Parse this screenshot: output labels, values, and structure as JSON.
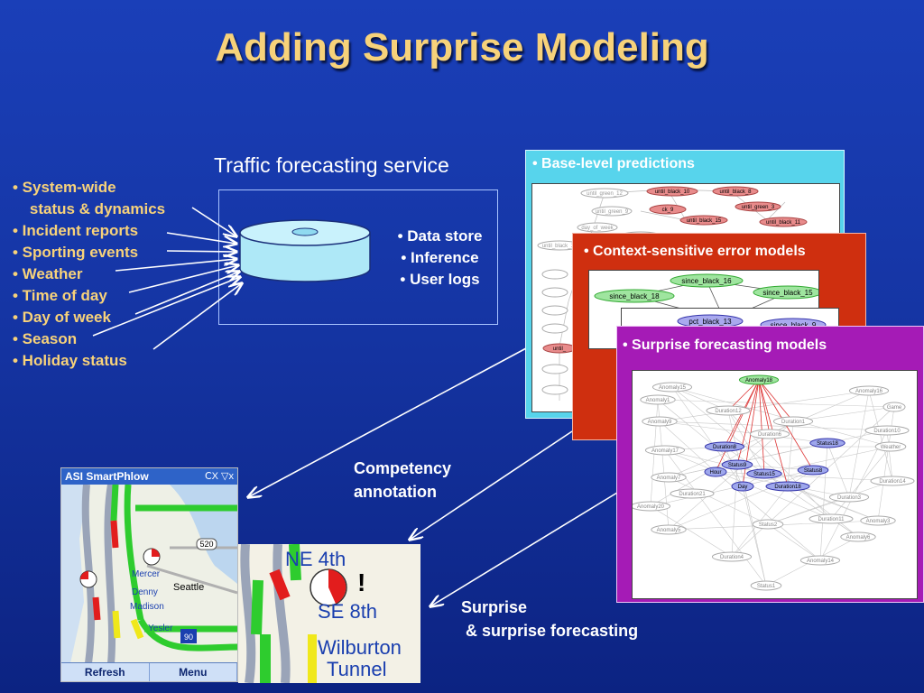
{
  "title": "Adding Surprise Modeling",
  "service": {
    "label": "Traffic forecasting service",
    "items": [
      "• Data store",
      "• Inference",
      "• User logs"
    ]
  },
  "inputs": [
    "• System-wide",
    "    status & dynamics",
    "• Incident reports",
    "• Sporting events",
    "• Weather",
    "• Time of day",
    "• Day of week",
    "• Season",
    "• Holiday status"
  ],
  "panels": {
    "base": {
      "title": "• Base-level predictions",
      "nodes": [
        "until_green_12",
        "until_black_10",
        "until_black_8",
        "until_green_9",
        "ck_9",
        "until_black_15",
        "until_green_3",
        "until_black_11",
        "day_of_week",
        "until_green_17",
        "until_black_13",
        "until_"
      ]
    },
    "context": {
      "title": "• Context-sensitive error models",
      "nodes": [
        "since_black_16",
        "since_black_18",
        "since_black_15",
        "pct_black_13",
        "since_black_9"
      ]
    },
    "surprise": {
      "title": "• Surprise forecasting models",
      "nodes": [
        "Anomaly18",
        "Anomaly15",
        "Anomaly1",
        "Anomaly16",
        "Duration8",
        "Game",
        "Anomaly9",
        "Duration12",
        "Duration1",
        "Duration10",
        "Anomaly17",
        "Duration6",
        "Status18",
        "Weather",
        "Status9",
        "Hour",
        "Status15",
        "Status8",
        "Anomaly7",
        "Day",
        "Duration18",
        "Duration14",
        "Duration21",
        "Anomaly20",
        "Duration3",
        "Duration11",
        "Anomaly5",
        "Status2",
        "Anomaly6",
        "Duration4",
        "Anomaly14",
        "Status1",
        "Anomaly3"
      ]
    }
  },
  "phone": {
    "app_title": "ASI SmartPhlow",
    "status_icons": "ⅭX  ▽x",
    "map_labels": [
      "520",
      "Mercer",
      "Denny",
      "Madison",
      "Seattle",
      "Yesler",
      "90"
    ],
    "softkeys": [
      "Refresh",
      "Menu"
    ]
  },
  "zoom": {
    "labels": [
      "NE 4th",
      "SE 8th",
      "Wilburton",
      "Tunnel"
    ]
  },
  "annotations": {
    "competency": "Competency\nannotation",
    "surprise": "Surprise\n & surprise forecasting"
  },
  "colors": {
    "title": "#f7d27a",
    "bullet_text": "#f7d27a",
    "panel_base": "#57d4ec",
    "panel_context": "#cf2f0f",
    "panel_surprise": "#a51bb6"
  }
}
